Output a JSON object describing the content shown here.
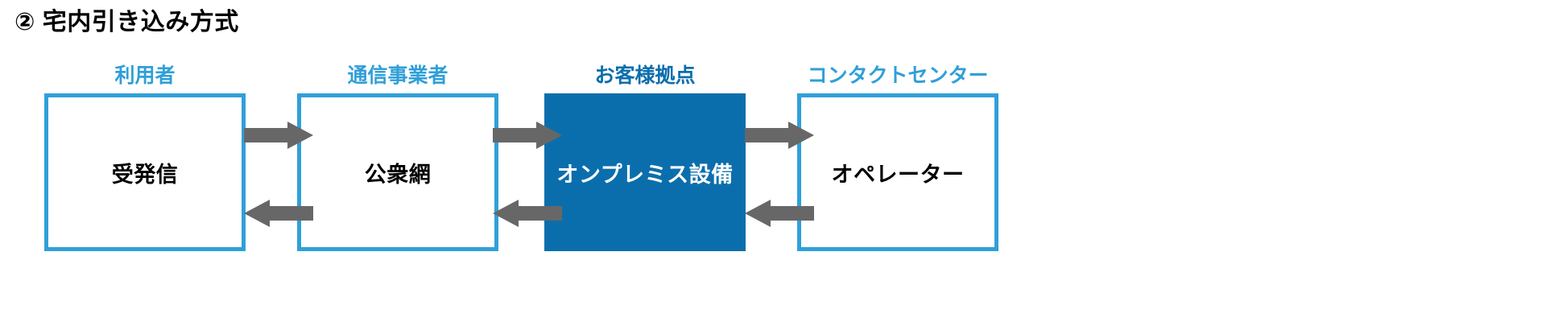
{
  "page": {
    "background_color": "#ffffff",
    "title": "② 宅内引き込み方式"
  },
  "colors": {
    "accent_blue": "#30a0d8",
    "label_blue": "#2f9fd8",
    "deep_blue": "#0b6eac",
    "arrow_gray": "#676767",
    "text_black": "#000000",
    "text_white": "#ffffff"
  },
  "diagram": {
    "columns": [
      {
        "label": "利用者",
        "label_color": "#2f9fd8",
        "box_text": "受発信",
        "box_style": "outline",
        "box_text_color": "#000000"
      },
      {
        "label": "通信事業者",
        "label_color": "#2f9fd8",
        "box_text": "公衆網",
        "box_style": "outline",
        "box_text_color": "#000000"
      },
      {
        "label": "お客様拠点",
        "label_color": "#0b6eac",
        "box_text": "オンプレミス設備",
        "box_style": "filled",
        "box_text_color": "#ffffff"
      },
      {
        "label": "コンタクトセンター",
        "label_color": "#2f9fd8",
        "box_text": "オペレーター",
        "box_style": "outline",
        "box_text_color": "#000000"
      }
    ],
    "connectors": [
      {
        "direction": "right",
        "from": "利用者",
        "to": "通信事業者"
      },
      {
        "direction": "right",
        "from": "通信事業者",
        "to": "お客様拠点"
      },
      {
        "direction": "right",
        "from": "お客様拠点",
        "to": "コンタクトセンター"
      },
      {
        "direction": "left",
        "from": "通信事業者",
        "to": "利用者"
      },
      {
        "direction": "left",
        "from": "お客様拠点",
        "to": "通信事業者"
      },
      {
        "direction": "left",
        "from": "コンタクトセンター",
        "to": "お客様拠点"
      }
    ]
  }
}
